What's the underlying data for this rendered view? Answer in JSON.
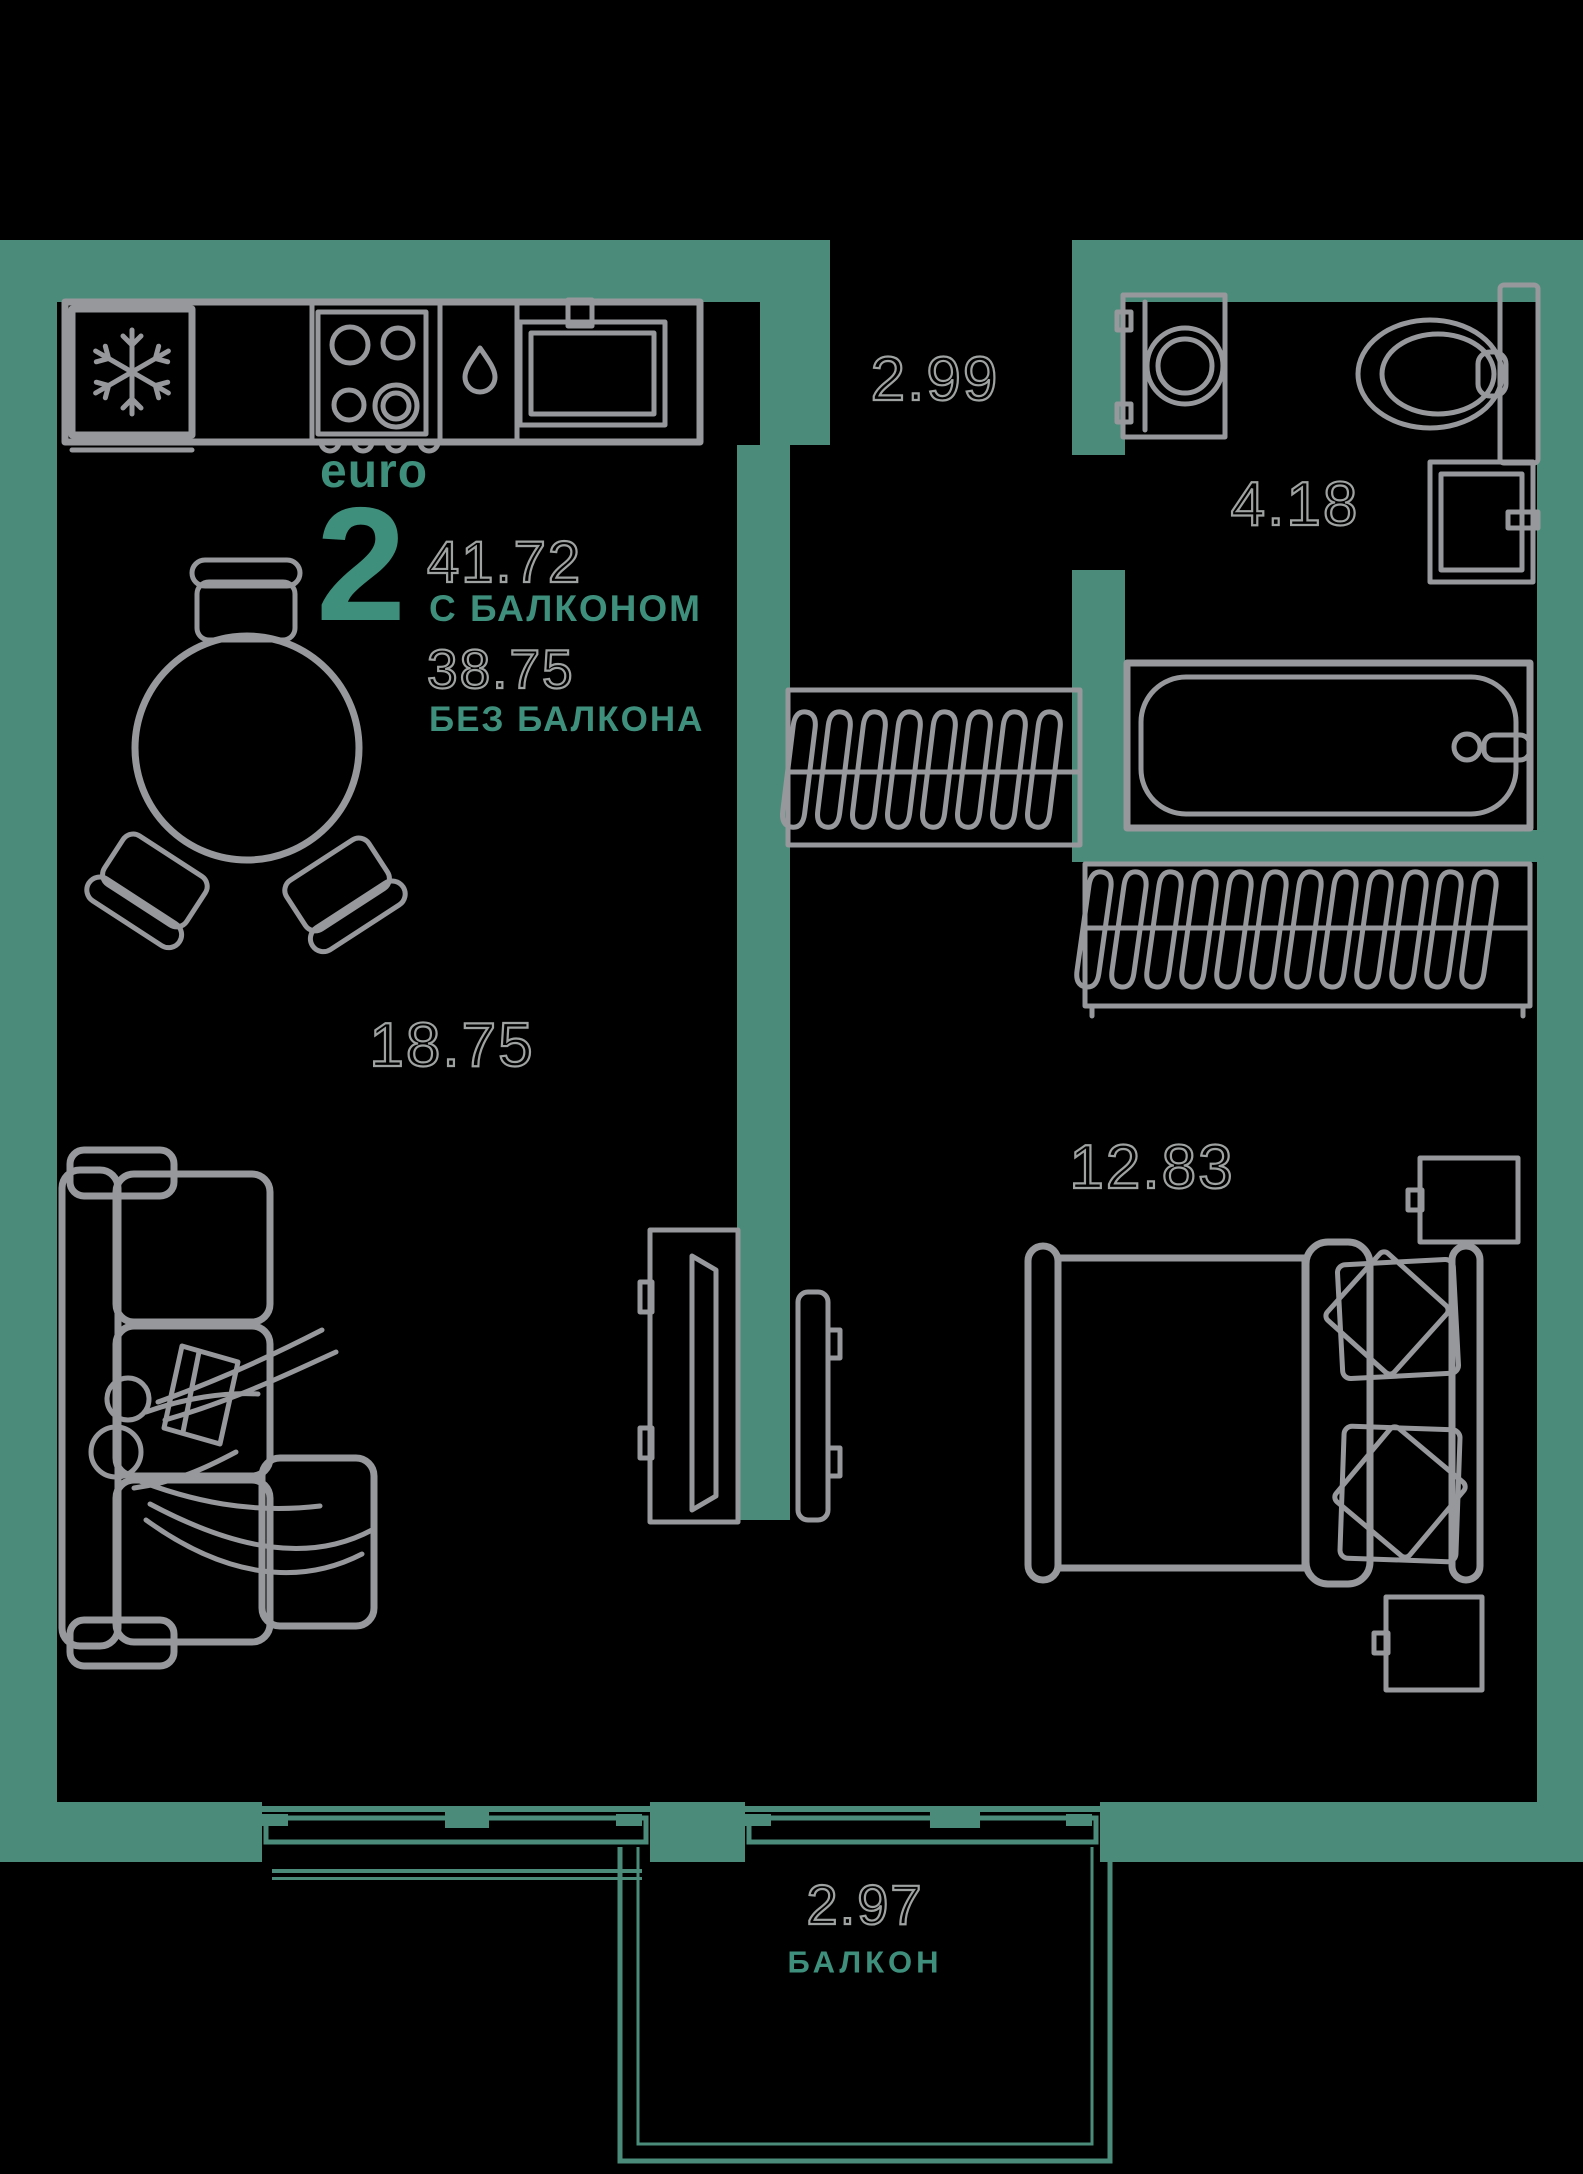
{
  "unit": {
    "type_label": "euro",
    "rooms_count": "2",
    "area_with_balcony": "41.72",
    "with_balcony_label": "С БАЛКОНОМ",
    "area_without_balcony": "38.75",
    "without_balcony_label": "БЕЗ БАЛКОНА"
  },
  "rooms": {
    "hallway": {
      "area": "2.99"
    },
    "bathroom": {
      "area": "4.18"
    },
    "living_room": {
      "area": "18.75"
    },
    "bedroom": {
      "area": "12.83"
    },
    "balcony": {
      "area": "2.97",
      "label": "БАЛКОН"
    }
  },
  "colors": {
    "wall": "#4A8C79",
    "accent_text": "#3F8F7D",
    "furniture_line": "#96989B",
    "outline_number": "#9EA2A0",
    "background": "#000000"
  },
  "icons": [
    "snowflake-icon",
    "stove-burners-icon",
    "water-drop-icon",
    "kitchen-sink-icon",
    "dining-table-icon",
    "chair-icon",
    "sofa-icon",
    "reading-people-icon",
    "tv-icon",
    "bed-icon",
    "pillow-icon",
    "nightstand-icon",
    "wardrobe-hangers-icon",
    "washing-machine-icon",
    "toilet-icon",
    "bathroom-sink-icon",
    "bathtub-icon",
    "window-icon",
    "balcony-icon"
  ]
}
